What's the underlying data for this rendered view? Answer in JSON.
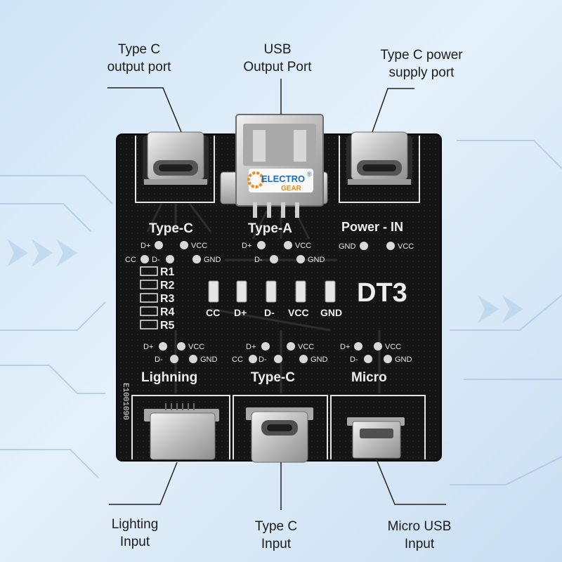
{
  "colors": {
    "background": "#d9eaf7",
    "pcb": "#151515",
    "silkscreen": "#e8e8e8",
    "metal": "#c9c9c9",
    "led": "#e6e6e6",
    "brand_orange": "#f08a1c",
    "brand_blue": "#1b6cc2"
  },
  "callouts": {
    "type_c_output": [
      "Type C",
      "output port"
    ],
    "usb_output": [
      "USB",
      "Output Port"
    ],
    "type_c_power": [
      "Type C power",
      "supply port"
    ],
    "lighting_input": [
      "Lighting",
      "Input"
    ],
    "type_c_input": [
      "Type C",
      "Input"
    ],
    "micro_usb_input": [
      "Micro USB",
      "Input"
    ]
  },
  "board": {
    "model": "DT3",
    "serial": "E1001090",
    "brand": {
      "line1": "ELECTRO",
      "line2": "GEAR",
      "mark": "®"
    },
    "headers": {
      "type_c_top": "Type-C",
      "type_a": "Type-A",
      "power_in": "Power - IN",
      "lightning": "Lighning",
      "type_c_bottom": "Type-C",
      "micro": "Micro"
    },
    "pins": {
      "dplus": "D+",
      "dminus": "D-",
      "vcc": "VCC",
      "gnd": "GND",
      "cc": "CC"
    },
    "resistors": [
      "R1",
      "R2",
      "R3",
      "R4",
      "R5"
    ],
    "leds": [
      "CC",
      "D+",
      "D-",
      "VCC",
      "GND"
    ]
  }
}
